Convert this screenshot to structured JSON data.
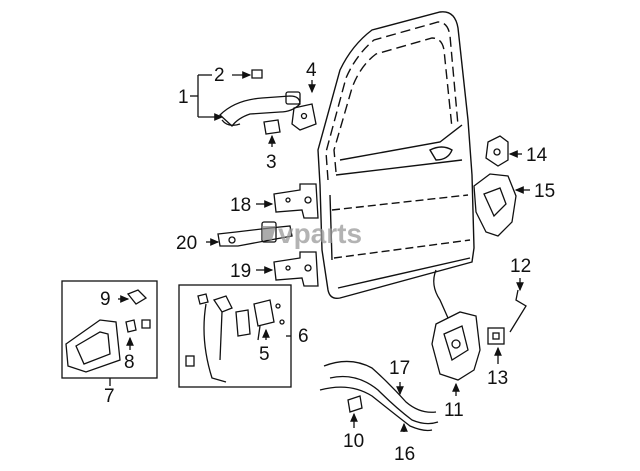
{
  "watermark": {
    "text": "vparts"
  },
  "callouts": [
    {
      "id": "c1",
      "text": "1"
    },
    {
      "id": "c2",
      "text": "2"
    },
    {
      "id": "c3",
      "text": "3"
    },
    {
      "id": "c4",
      "text": "4"
    },
    {
      "id": "c5",
      "text": "5"
    },
    {
      "id": "c6",
      "text": "6"
    },
    {
      "id": "c7",
      "text": "7"
    },
    {
      "id": "c8",
      "text": "8"
    },
    {
      "id": "c9",
      "text": "9"
    },
    {
      "id": "c10",
      "text": "10"
    },
    {
      "id": "c11",
      "text": "11"
    },
    {
      "id": "c12",
      "text": "12"
    },
    {
      "id": "c13",
      "text": "13"
    },
    {
      "id": "c14",
      "text": "14"
    },
    {
      "id": "c15",
      "text": "15"
    },
    {
      "id": "c16",
      "text": "16"
    },
    {
      "id": "c17",
      "text": "17"
    },
    {
      "id": "c18",
      "text": "18"
    },
    {
      "id": "c19",
      "text": "19"
    },
    {
      "id": "c20",
      "text": "20"
    }
  ]
}
